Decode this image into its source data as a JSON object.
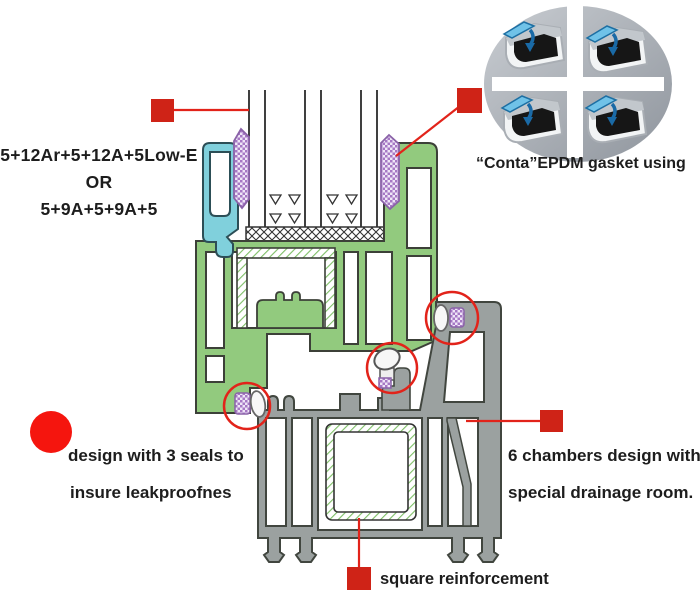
{
  "labels": {
    "glazing_spec": {
      "line1": "5+12Ar+5+12A+5Low-E",
      "line2": "OR",
      "line3": "5+9A+5+9A+5"
    },
    "gasket_caption": "“Conta”EPDM gasket using",
    "seals_note": {
      "line1": "design with 3 seals to",
      "line2": "insure leakproofnes"
    },
    "chambers_note": {
      "line1": "6 chambers design with",
      "line2": "special drainage room."
    },
    "reinforcement_note": "square reinforcement"
  },
  "icons": {
    "callout_marker": "red-square-marker",
    "seal_highlight": "red-circle-outline",
    "bullet": "red-filled-dot",
    "gasket_inset": "epdm-gasket-detail-circle"
  },
  "colors": {
    "sash_green": "#92ca7e",
    "bead_teal": "#80d0dc",
    "frame_gray": "#9ba1a0",
    "gasket_purple": "#a678c4",
    "marker_red": "#cf2317",
    "line_red": "#e2231a",
    "dot_red": "#f5150e",
    "hatch_green": "#7fbf68",
    "inset_blue": "#70c2e8",
    "outline_dark": "#3c4038"
  }
}
